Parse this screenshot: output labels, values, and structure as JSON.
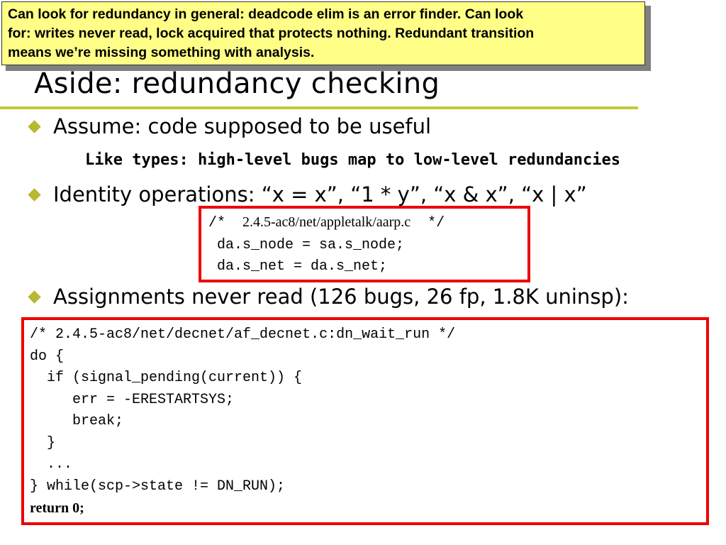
{
  "note": {
    "lines": [
      "Can look for redundancy in general: deadcode elim is an error finder.  Can look",
      "for: writes never read, lock acquired that protects nothing.  Redundant transition",
      "means we’re missing something with analysis."
    ]
  },
  "slide": {
    "title": "Aside: redundancy checking",
    "bullets": [
      "Assume: code supposed to be useful",
      "Identity operations: “x = x”,  “1 * y”, “x & x”, “x | x”",
      "Assignments never read (126 bugs, 26 fp, 1.8K uninsp):"
    ],
    "sub_bullet": "Like types: high-level bugs map to low-level redundancies"
  },
  "code_small": {
    "comment_open": "/*  ",
    "comment_path": "2.4.5-ac8/net/appletalk/aarp.c",
    "comment_close": "  */",
    "lines": [
      " da.s_node = sa.s_node;",
      " da.s_net = da.s_net;"
    ]
  },
  "code_large": {
    "lines": [
      "/* 2.4.5-ac8/net/decnet/af_decnet.c:dn_wait_run */",
      "do {",
      "  if (signal_pending(current)) {",
      "     err = -ERESTARTSYS;",
      "     break;",
      "  }",
      "  ...",
      "} while(scp->state != DN_RUN);"
    ],
    "last_line": "return 0;"
  },
  "colors": {
    "note_background": "#ffff88",
    "accent_rule": "#c8c83c",
    "bullet": "#b8b832",
    "code_box_border": "#ee0000"
  }
}
